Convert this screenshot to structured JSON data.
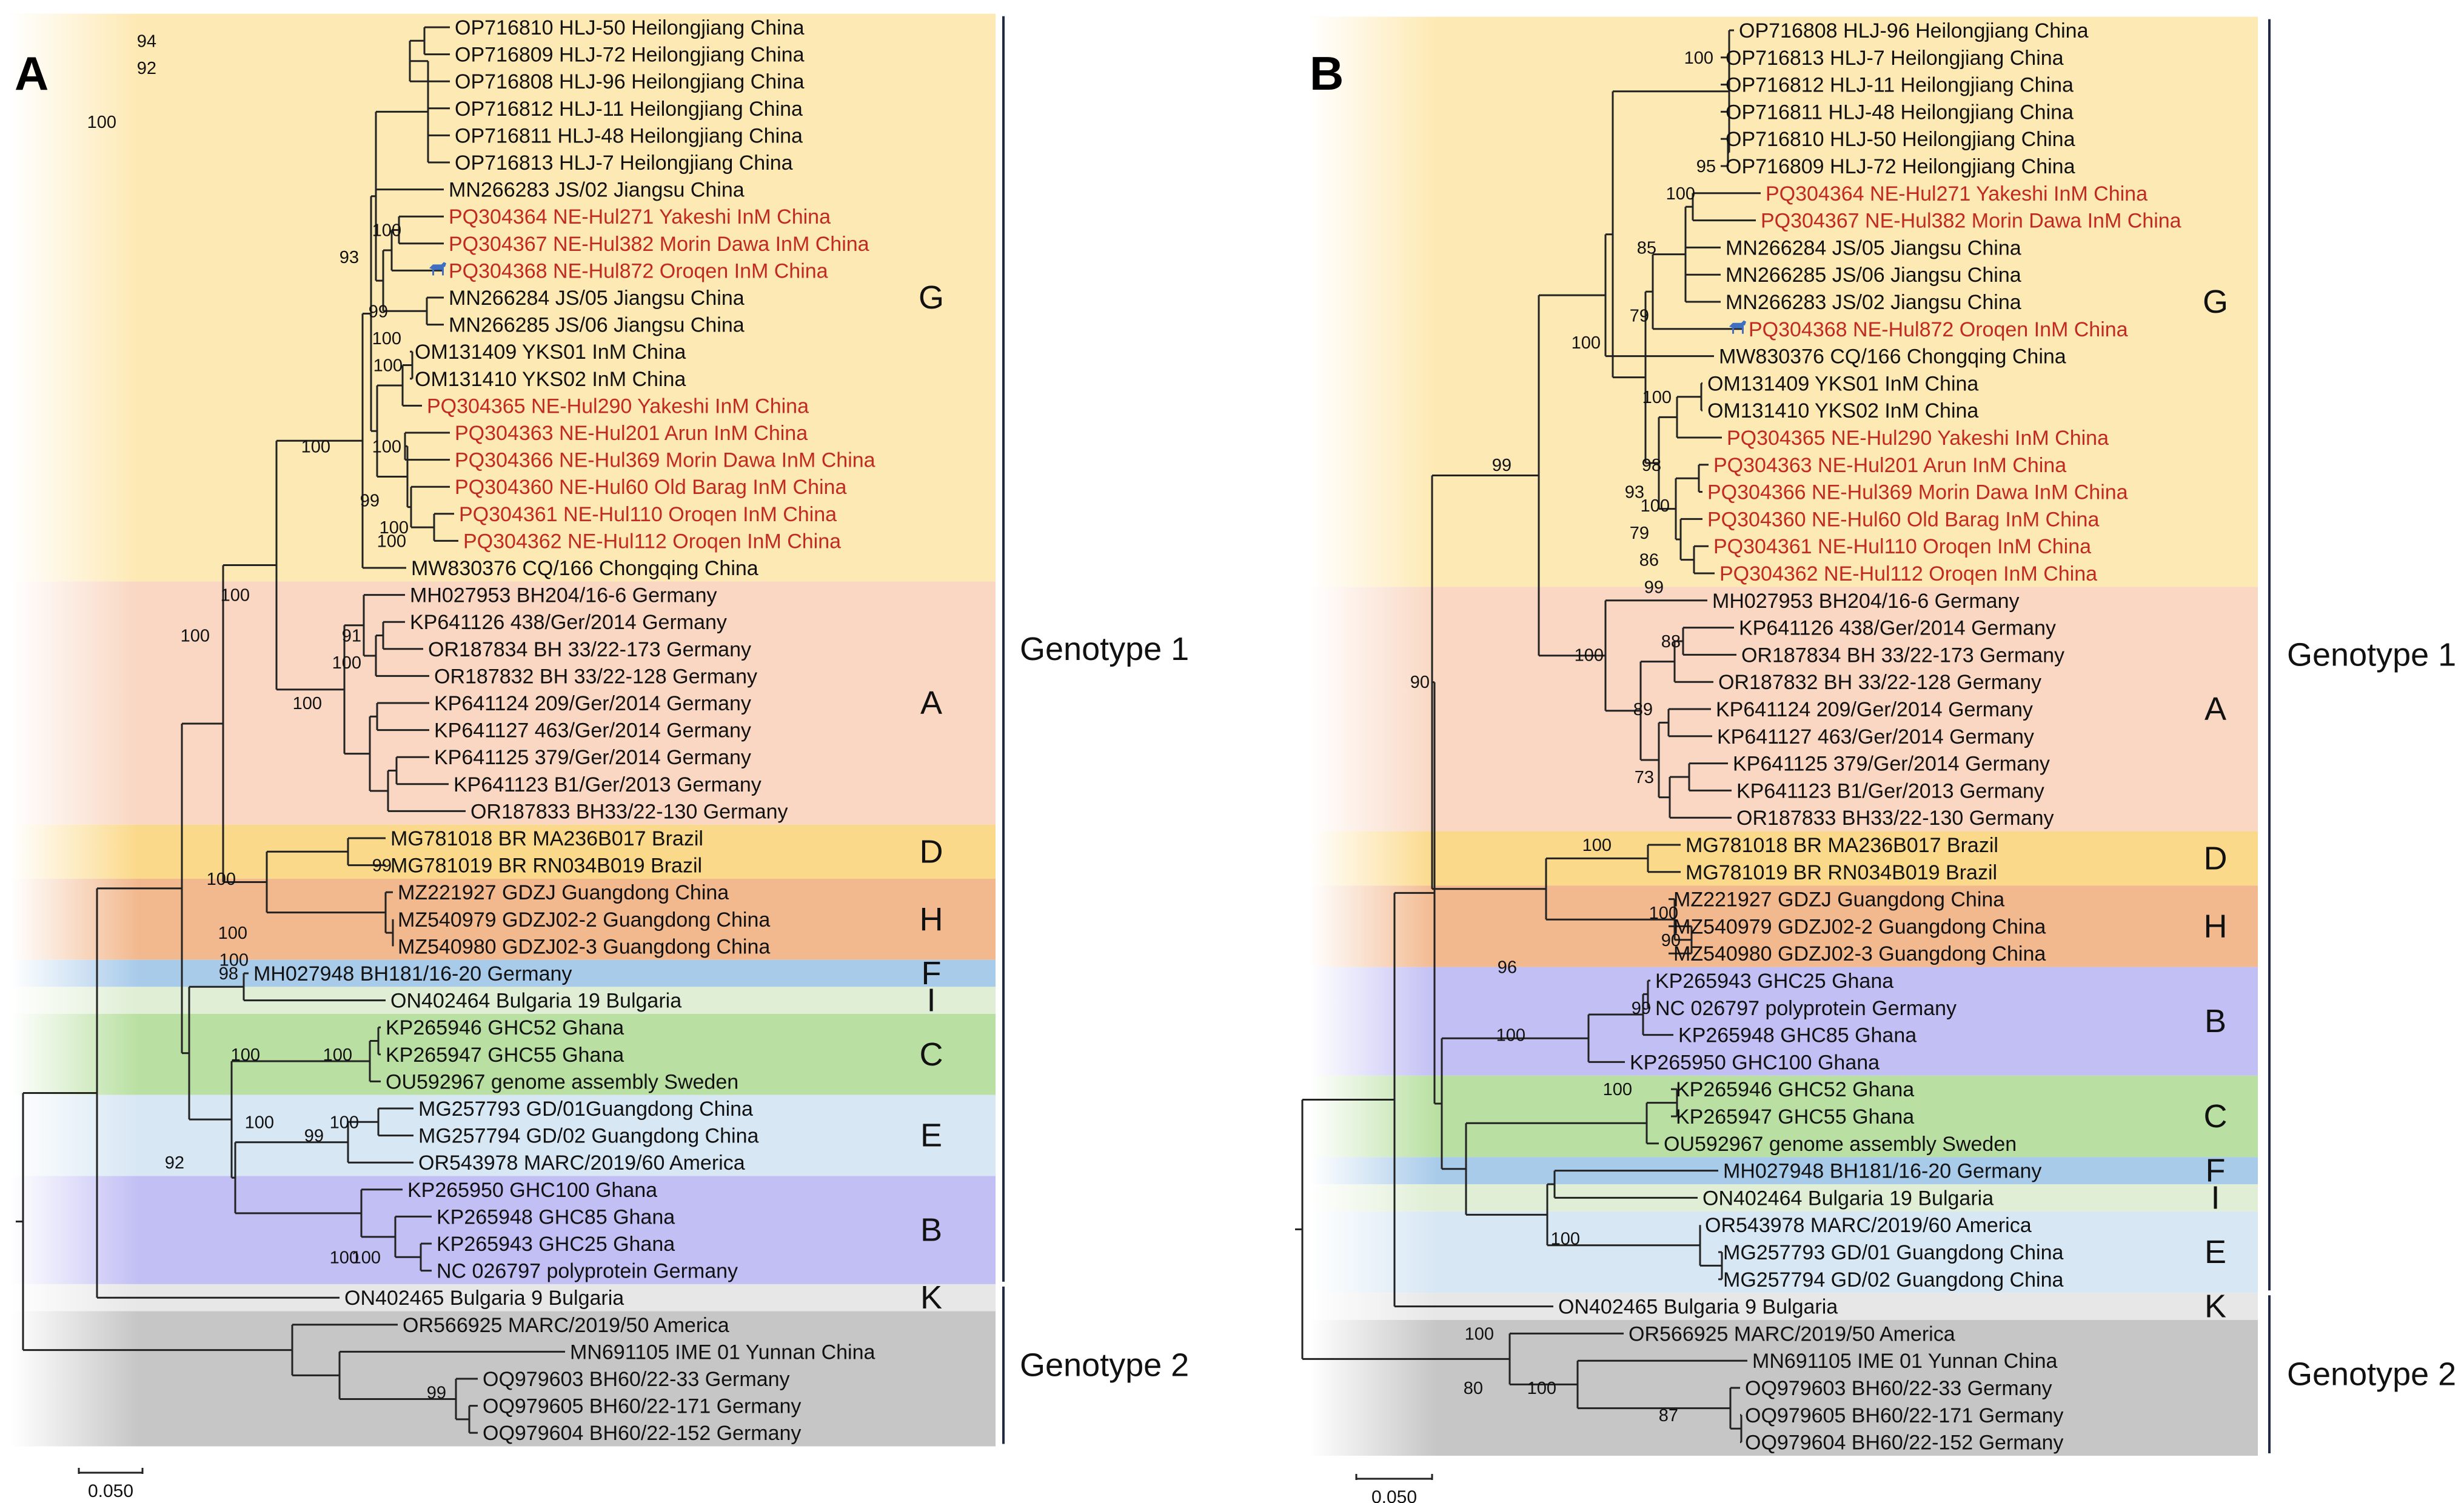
{
  "colors": {
    "G": "#fde9b3",
    "A": "#f9d7c2",
    "D": "#fbd98a",
    "H": "#f2b98f",
    "F": "#a9cbea",
    "I": "#dfeed4",
    "C": "#b9e0a2",
    "E": "#d7e7f4",
    "B": "#c2bff4",
    "K": "#e7e7e7",
    "G2": "#c6c6c6",
    "highlight_text": "#c22a20",
    "text": "#111111",
    "branch": "#222222",
    "icon": "#3e6fc2"
  },
  "panels": [
    {
      "label": "A",
      "scale_label": "0.050",
      "genotype_labels": [
        "Genotype 1",
        "Genotype 2"
      ],
      "clade_labels": [
        "G",
        "A",
        "D",
        "H",
        "F",
        "I",
        "C",
        "E",
        "B",
        "K"
      ],
      "taxa": [
        "OP716810 HLJ-50 Heilongjiang China",
        "OP716809 HLJ-72 Heilongjiang China",
        "OP716808 HLJ-96 Heilongjiang China",
        "OP716812 HLJ-11 Heilongjiang China",
        "OP716811 HLJ-48 Heilongjiang China",
        "OP716813 HLJ-7 Heilongjiang China",
        "MN266283 JS/02 Jiangsu China",
        "PQ304364 NE-Hul271 Yakeshi InM China",
        "PQ304367 NE-Hul382 Morin Dawa InM China",
        "PQ304368 NE-Hul872 Oroqen InM China",
        "MN266284 JS/05 Jiangsu China",
        "MN266285 JS/06 Jiangsu China",
        "OM131409 YKS01 InM China",
        "OM131410 YKS02 InM China",
        "PQ304365 NE-Hul290 Yakeshi InM China",
        "PQ304363 NE-Hul201 Arun InM China",
        "PQ304366 NE-Hul369 Morin Dawa InM China",
        "PQ304360 NE-Hul60 Old Barag InM China",
        "PQ304361 NE-Hul110 Oroqen InM China",
        "PQ304362 NE-Hul112 Oroqen InM China",
        "MW830376 CQ/166 Chongqing China",
        "MH027953 BH204/16-6 Germany",
        "KP641126 438/Ger/2014 Germany",
        "OR187834 BH 33/22-173 Germany",
        "OR187832 BH 33/22-128 Germany",
        "KP641124 209/Ger/2014 Germany",
        "KP641127 463/Ger/2014 Germany",
        "KP641125 379/Ger/2014 Germany",
        "KP641123 B1/Ger/2013 Germany",
        "OR187833 BH33/22-130 Germany",
        "MG781018 BR MA236B017 Brazil",
        "MG781019 BR RN034B019 Brazil",
        "MZ221927 GDZJ Guangdong China",
        "MZ540979 GDZJ02-2 Guangdong China",
        "MZ540980 GDZJ02-3 Guangdong China",
        "MH027948 BH181/16-20 Germany",
        "ON402464 Bulgaria 19 Bulgaria",
        "KP265946 GHC52 Ghana",
        "KP265947 GHC55 Ghana",
        "OU592967 genome assembly Sweden",
        "MG257793 GD/01Guangdong China",
        "MG257794 GD/02 Guangdong China",
        "OR543978 MARC/2019/60 America",
        "KP265950 GHC100 Ghana",
        "KP265948 GHC85 Ghana",
        "KP265943 GHC25 Ghana",
        "NC 026797 polyprotein Germany",
        "ON402465 Bulgaria 9 Bulgaria",
        "OR566925 MARC/2019/50 America",
        "MN691105 IME 01 Yunnan China",
        "OQ979603 BH60/22-33 Germany",
        "OQ979605 BH60/22-171 Germany",
        "OQ979604 BH60/22-152 Germany"
      ],
      "highlight": [
        7,
        8,
        9,
        14,
        15,
        16,
        17,
        18,
        19
      ],
      "bootstrap": [
        "94",
        "92",
        "100",
        "100",
        "93",
        "99",
        "100",
        "100",
        "100",
        "99",
        "100",
        "100",
        "100",
        "91",
        "100",
        "100",
        "100",
        "100",
        "100",
        "100",
        "100",
        "99",
        "98",
        "92",
        "100",
        "100",
        "100",
        "100",
        "99",
        "100",
        "100",
        "99"
      ]
    },
    {
      "label": "B",
      "scale_label": "0.050",
      "genotype_labels": [
        "Genotype 1",
        "Genotype 2"
      ],
      "clade_labels": [
        "G",
        "A",
        "D",
        "H",
        "B",
        "C",
        "F",
        "I",
        "E",
        "K"
      ],
      "taxa": [
        "OP716808 HLJ-96 Heilongjiang China",
        "OP716813 HLJ-7 Heilongjiang China",
        "OP716812 HLJ-11 Heilongjiang China",
        "OP716811 HLJ-48 Heilongjiang China",
        "OP716810 HLJ-50 Heilongjiang China",
        "OP716809 HLJ-72 Heilongjiang China",
        "PQ304364 NE-Hul271 Yakeshi InM China",
        "PQ304367 NE-Hul382 Morin Dawa InM China",
        "MN266284 JS/05 Jiangsu China",
        "MN266285 JS/06 Jiangsu China",
        "MN266283 JS/02 Jiangsu China",
        "PQ304368 NE-Hul872 Oroqen InM China",
        "MW830376 CQ/166 Chongqing China",
        "OM131409 YKS01 InM China",
        "OM131410 YKS02 InM China",
        "PQ304365 NE-Hul290 Yakeshi InM China",
        "PQ304363 NE-Hul201 Arun InM China",
        "PQ304366 NE-Hul369 Morin Dawa InM China",
        "PQ304360 NE-Hul60 Old Barag InM China",
        "PQ304361 NE-Hul110 Oroqen InM China",
        "PQ304362 NE-Hul112 Oroqen InM China",
        "MH027953 BH204/16-6 Germany",
        "KP641126 438/Ger/2014 Germany",
        "OR187834 BH 33/22-173 Germany",
        "OR187832 BH 33/22-128 Germany",
        "KP641124 209/Ger/2014 Germany",
        "KP641127 463/Ger/2014 Germany",
        "KP641125 379/Ger/2014 Germany",
        "KP641123 B1/Ger/2013 Germany",
        "OR187833 BH33/22-130 Germany",
        "MG781018 BR MA236B017 Brazil",
        "MG781019 BR RN034B019 Brazil",
        "MZ221927 GDZJ Guangdong China",
        "MZ540979 GDZJ02-2 Guangdong China",
        "MZ540980 GDZJ02-3 Guangdong China",
        "KP265943 GHC25 Ghana",
        "NC 026797 polyprotein Germany",
        "KP265948 GHC85 Ghana",
        "KP265950 GHC100 Ghana",
        "KP265946 GHC52 Ghana",
        "KP265947 GHC55 Ghana",
        "OU592967 genome assembly Sweden",
        "MH027948 BH181/16-20 Germany",
        "ON402464 Bulgaria 19 Bulgaria",
        "OR543978 MARC/2019/60 America",
        "MG257793 GD/01 Guangdong China",
        "MG257794 GD/02 Guangdong China",
        "ON402465 Bulgaria 9 Bulgaria",
        "OR566925 MARC/2019/50 America",
        "MN691105 IME 01 Yunnan China",
        "OQ979603 BH60/22-33 Germany",
        "OQ979605 BH60/22-171 Germany",
        "OQ979604 BH60/22-152 Germany"
      ],
      "highlight": [
        6,
        7,
        11,
        15,
        16,
        17,
        18,
        19,
        20
      ],
      "bootstrap": [
        "100",
        "95",
        "100",
        "85",
        "79",
        "100",
        "100",
        "98",
        "93",
        "100",
        "79",
        "86",
        "99",
        "99",
        "88",
        "100",
        "89",
        "73",
        "90",
        "100",
        "96",
        "100",
        "90",
        "99",
        "100",
        "100",
        "100",
        "100",
        "80",
        "100",
        "87"
      ]
    }
  ]
}
